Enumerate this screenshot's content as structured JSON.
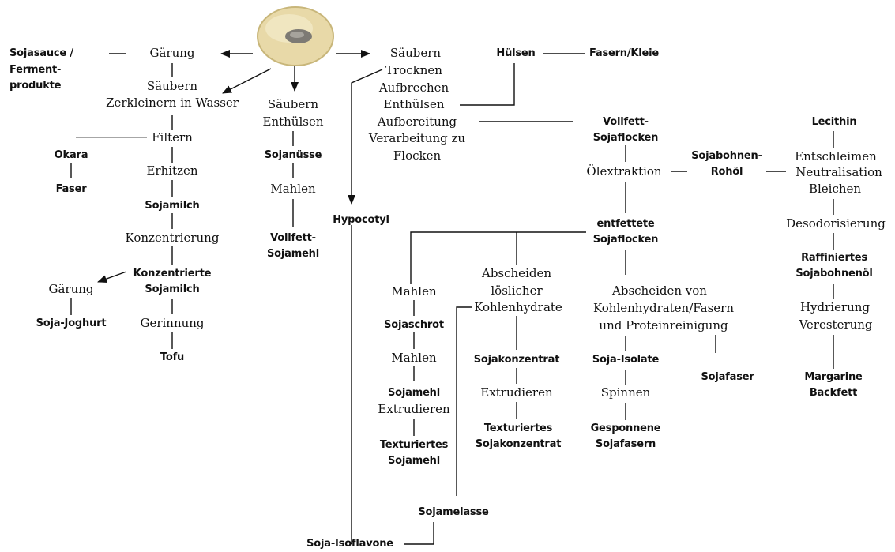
{
  "colors": {
    "ink": "#111111",
    "bean_fill": "#e8d9a8",
    "bean_rim": "#c8b67a",
    "hilum": "#7d7a74"
  },
  "bean": {
    "icon": "soybean-icon"
  },
  "labels": {
    "sojasauce": "Sojasauce /",
    "ferment1": "Ferment-",
    "ferment2": "produkte",
    "gaerung1": "Gärung",
    "saeubern1": "Säubern",
    "zerkleinern": "Zerkleinern in Wasser",
    "filtern": "Filtern",
    "okara": "Okara",
    "faser": "Faser",
    "erhitzen": "Erhitzen",
    "sojamilch": "Sojamilch",
    "konzentrierung": "Konzentrierung",
    "konz1": "Konzentrierte",
    "konz2": "Sojamilch",
    "gaerung2": "Gärung",
    "joghurt": "Soja-Joghurt",
    "gerinnung": "Gerinnung",
    "tofu": "Tofu",
    "saeubern2": "Säubern",
    "enthuelsen2": "Enthülsen",
    "sojanuesse": "Sojanüsse",
    "mahlen1": "Mahlen",
    "vollmehl1": "Vollfett-",
    "vollmehl2": "Sojamehl",
    "saeubern3": "Säubern",
    "trocknen": "Trocknen",
    "aufbrechen": "Aufbrechen",
    "enthuelsen3": "Enthülsen",
    "aufbereitung": "Aufbereitung",
    "verarbeitung": "Verarbeitung zu",
    "flocken": "Flocken",
    "huelsen": "Hülsen",
    "fasern_kleie": "Fasern/Kleie",
    "hypocotyl": "Hypocotyl",
    "isoflavone": "Soja-Isoflavone",
    "vollflocken1": "Vollfett-",
    "vollflocken2": "Sojaflocken",
    "oelextraktion": "Ölextraktion",
    "rohoel1": "Sojabohnen-",
    "rohoel2": "Rohöl",
    "lecithin": "Lecithin",
    "entschleimen": "Entschleimen",
    "neutralisation": "Neutralisation",
    "bleichen": "Bleichen",
    "desodorisierung": "Desodorisierung",
    "raff1": "Raffiniertes",
    "raff2": "Sojabohnenöl",
    "hydrierung": "Hydrierung",
    "veresterung": "Veresterung",
    "margarine": "Margarine",
    "backfett": "Backfett",
    "entfettet1": "entfettete",
    "entfettet2": "Sojaflocken",
    "mahlen2": "Mahlen",
    "sojaschrot": "Sojaschrot",
    "mahlen3": "Mahlen",
    "sojamehl": "Sojamehl",
    "extrudieren1": "Extrudieren",
    "texmehl1": "Texturiertes",
    "texmehl2": "Sojamehl",
    "absch1": "Abscheiden",
    "absch2": "löslicher",
    "absch3": "Kohlenhydrate",
    "sojakonzentrat": "Sojakonzentrat",
    "extrudieren2": "Extrudieren",
    "texkonz1": "Texturiertes",
    "texkonz2": "Sojakonzentrat",
    "sojamelasse": "Sojamelasse",
    "abschvon1": "Abscheiden von",
    "abschvon2": "Kohlenhydraten/Fasern",
    "abschvon3": "und Proteinreinigung",
    "isolate": "Soja-Isolate",
    "spinnen": "Spinnen",
    "gesp1": "Gesponnene",
    "gesp2": "Sojafasern",
    "sojafaser": "Sojafaser"
  }
}
